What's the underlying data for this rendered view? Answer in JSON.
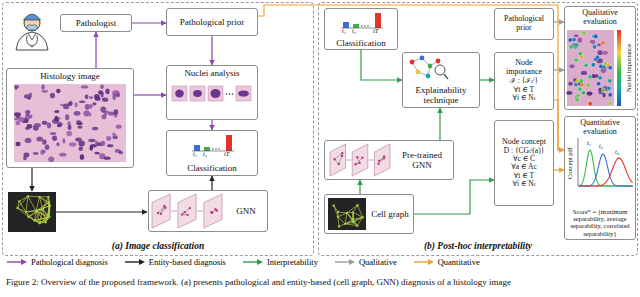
{
  "diagram": {
    "caption": "Figure 2: Overview of the proposed framework. (a) presents pathological and entity-based (cell graph, GNN) diagnosis of a histology image",
    "nodes": [
      {
        "text": [
          "(a) Image classification"
        ]
      },
      {
        "text": [
          "Pathologist"
        ],
        "in": 0
      },
      {
        "text": [
          "Pathological prior"
        ],
        "in": 0
      },
      {
        "text": [
          "Histology image"
        ],
        "in": 0
      },
      {
        "text": [
          "Nuclei analysis"
        ],
        "in": 0
      },
      {
        "text": [
          "Classification"
        ],
        "in": 0
      },
      {
        "text": [
          "GNN"
        ],
        "in": 0
      },
      {
        "text": [
          "(b) Post-hoc interpretability"
        ]
      },
      {
        "text": [
          "Classification"
        ],
        "in": 7
      },
      {
        "text": [
          "Pathological prior"
        ],
        "in": 7
      },
      {
        "text": [
          "Explainability technique"
        ],
        "in": 7
      },
      {
        "text": [
          "Pre-trained GNN"
        ],
        "in": 7
      },
      {
        "text": [
          "Cell graph"
        ],
        "in": 7
      },
      {
        "text": [
          "Node importance",
          "ℐ : {ℐₜⁱ}",
          "∀t ∈ T",
          "∀i ∈ Nₜ"
        ],
        "in": 7
      },
      {
        "text": [
          "Node concept",
          "D : {CGₜⁱ(a)}",
          "∀c ∈ C",
          "∀a ∈ Ac",
          "∀t ∈ T",
          "∀i ∈ Nₜ"
        ],
        "in": 7
      },
      {
        "text": [
          "Qualitative evaluation"
        ],
        "in": 7
      },
      {
        "text": [
          "Quantitative evaluation",
          "Scoreᵐ = {maximum separability, average separability, correlated separability}"
        ],
        "in": 7
      }
    ],
    "edges": [
      {
        "from": 3,
        "to": 1,
        "arrow": "to"
      },
      {
        "from": 1,
        "to": 2,
        "arrow": "to"
      },
      {
        "from": 2,
        "to": 4,
        "arrow": "to"
      },
      {
        "from": 4,
        "to": 5,
        "arrow": "to"
      },
      {
        "from": 3,
        "to": 4,
        "arrow": "to"
      },
      {
        "from": 6,
        "to": 5,
        "arrow": "to"
      },
      {
        "from": 8,
        "to": 10,
        "arrow": "to"
      },
      {
        "from": 11,
        "to": 10,
        "arrow": "to"
      },
      {
        "from": 12,
        "to": 11,
        "arrow": "to"
      },
      {
        "from": 10,
        "to": 13,
        "arrow": "to"
      },
      {
        "from": 12,
        "to": 14,
        "arrow": "to"
      },
      {
        "from": 9,
        "to": 15,
        "arrow": "to"
      },
      {
        "from": 13,
        "to": 15,
        "arrow": "to"
      },
      {
        "from": 13,
        "to": 16,
        "arrow": "to"
      },
      {
        "from": 14,
        "to": 16,
        "arrow": "to"
      },
      {
        "from": 2,
        "to": 16,
        "arrow": "to"
      }
    ],
    "labels": [
      "t₁",
      "t₂",
      "tT",
      "t₁",
      "t₂",
      "tT",
      "Nuclei importance",
      "Concept pdf",
      "t₁",
      "t₂",
      "t₃"
    ],
    "legend": [
      {
        "text": "Pathological diagnosis"
      },
      {
        "text": "Entity-based diagnosis"
      },
      {
        "text": "Interpretability"
      },
      {
        "text": "Qualitative"
      },
      {
        "text": "Quantitative"
      }
    ]
  }
}
